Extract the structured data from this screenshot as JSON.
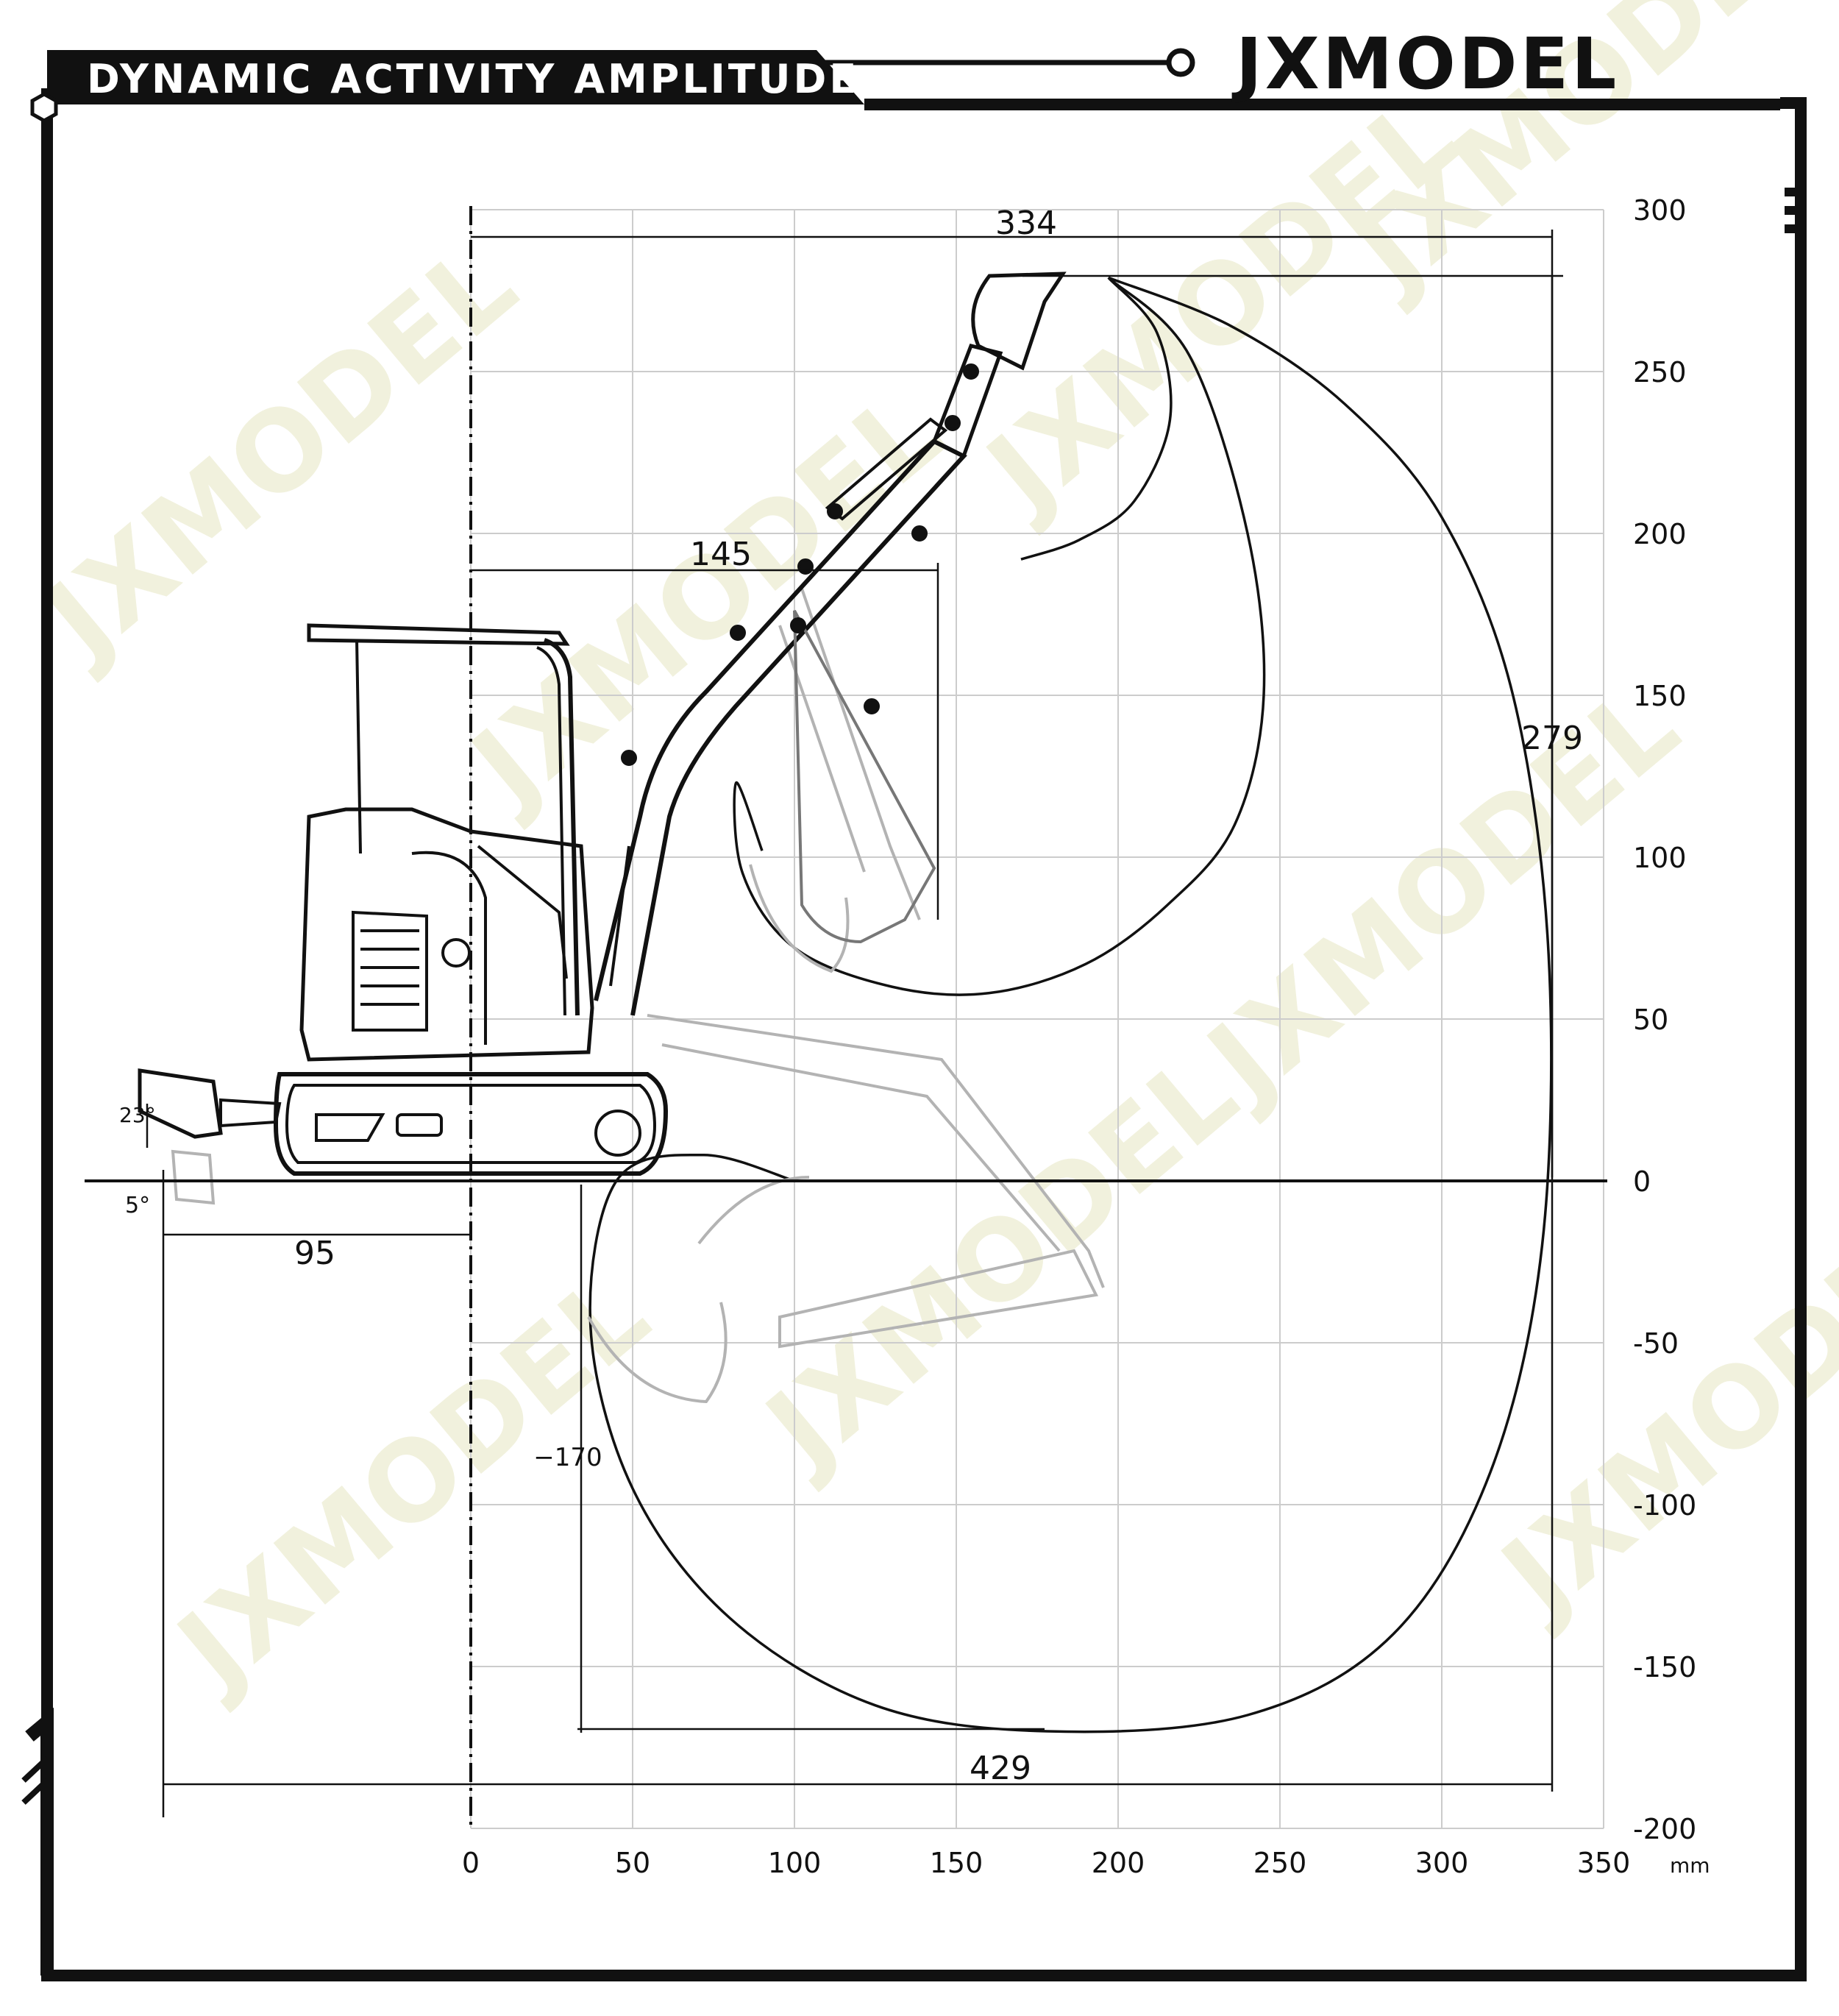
{
  "header": {
    "title": "DYNAMIC ACTIVITY AMPLITUDE",
    "brand": "JXMODEL"
  },
  "watermark": {
    "text": "JXMODEL",
    "color": "#f1f1dd"
  },
  "colors": {
    "frame": "#111111",
    "grid": "#cccccc",
    "line": "#111111",
    "ghost": "#b3b3b3",
    "background": "#ffffff"
  },
  "axes": {
    "x_ticks": [
      "0",
      "50",
      "100",
      "150",
      "200",
      "250",
      "300",
      "350"
    ],
    "y_ticks": [
      "300",
      "250",
      "200",
      "150",
      "100",
      "50",
      "0",
      "-50",
      "-100",
      "-150",
      "-200"
    ],
    "unit": "mm",
    "x_range": [
      0,
      350
    ],
    "y_range": [
      -200,
      300
    ]
  },
  "dimensions": {
    "max_reach_top": "334",
    "max_height": "279",
    "boom_reach": "145",
    "rear_overhang": "95",
    "max_dig_depth": "−170",
    "total_reach": "429",
    "blade_up_angle": "23°",
    "blade_down_angle": "5°"
  },
  "envelope_points": [
    [
      197,
      279
    ],
    [
      235,
      264
    ],
    [
      270,
      240
    ],
    [
      300,
      205
    ],
    [
      322,
      150
    ],
    [
      333,
      70
    ],
    [
      331,
      -20
    ],
    [
      315,
      -90
    ],
    [
      285,
      -140
    ],
    [
      240,
      -165
    ],
    [
      178,
      -170
    ],
    [
      125,
      -162
    ],
    [
      80,
      -135
    ],
    [
      50,
      -95
    ],
    [
      37,
      -45
    ],
    [
      45,
      0
    ],
    [
      72,
      8
    ],
    [
      100,
      0
    ]
  ],
  "inner_envelope_points": [
    [
      197,
      279
    ],
    [
      212,
      262
    ],
    [
      216,
      235
    ],
    [
      205,
      210
    ],
    [
      188,
      198
    ],
    [
      170,
      192
    ]
  ],
  "middle_envelope_points": [
    [
      197,
      279
    ],
    [
      222,
      255
    ],
    [
      240,
      200
    ],
    [
      245,
      150
    ],
    [
      236,
      110
    ],
    [
      215,
      85
    ],
    [
      190,
      67
    ],
    [
      160,
      58
    ],
    [
      130,
      60
    ],
    [
      100,
      72
    ],
    [
      84,
      95
    ],
    [
      82,
      123
    ],
    [
      90,
      102
    ]
  ]
}
